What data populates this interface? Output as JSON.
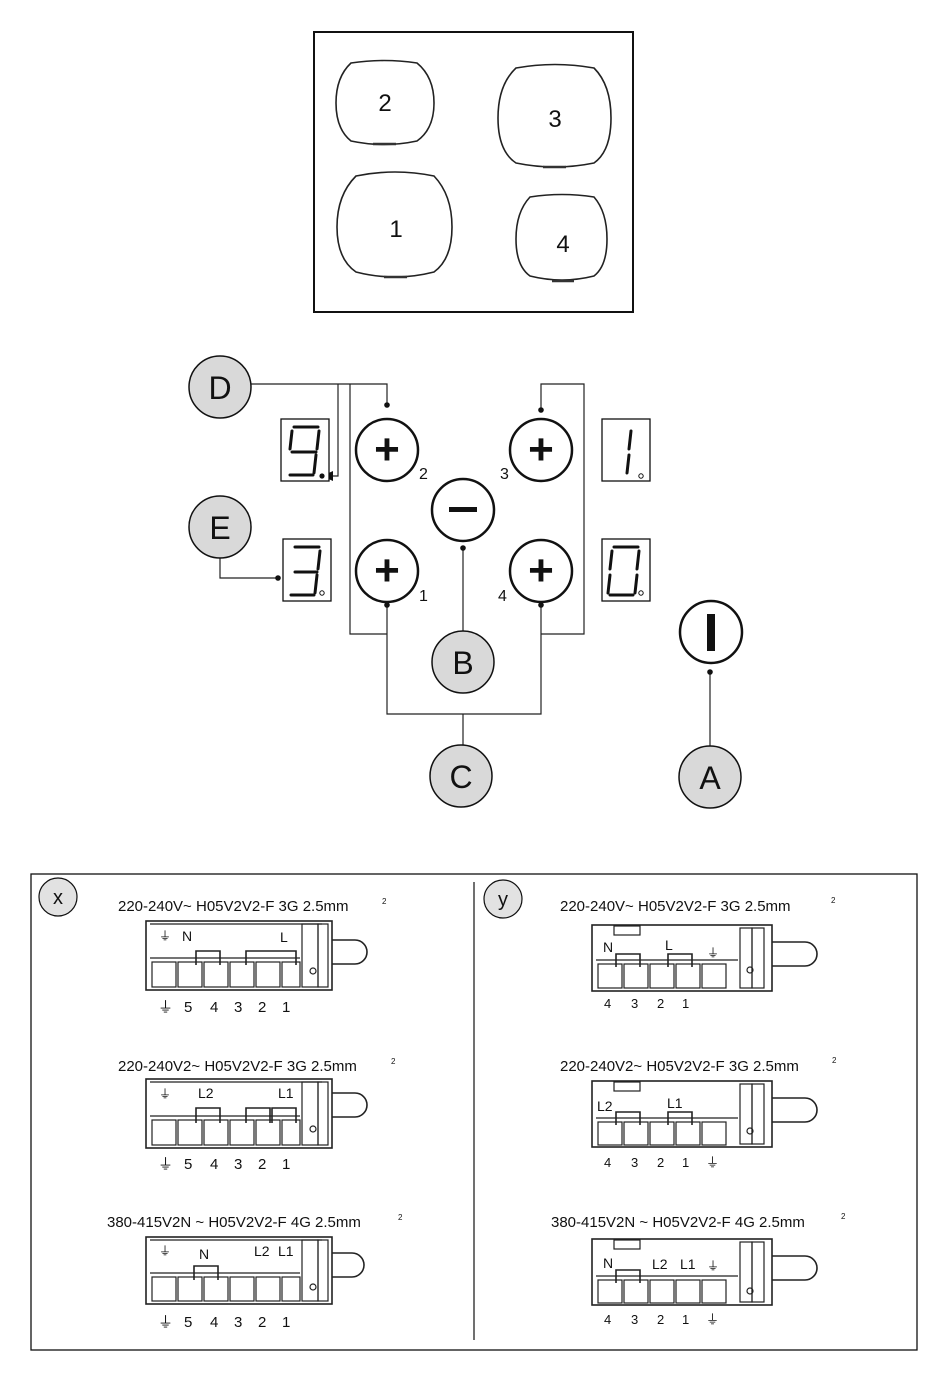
{
  "hob": {
    "zones": [
      "2",
      "3",
      "1",
      "4"
    ]
  },
  "controls": {
    "callouts": {
      "a": "A",
      "b": "B",
      "c": "C",
      "d": "D",
      "e": "E"
    },
    "button_plus_symbol": "+",
    "button_minus_symbol": "−",
    "zone_numbers": [
      "2",
      "3",
      "1",
      "4"
    ],
    "displays": [
      "9.",
      "1",
      "3",
      "0"
    ],
    "power_symbol": "I"
  },
  "wiring": {
    "panel_x": {
      "label": "x",
      "diagrams": [
        {
          "spec": "220-240V~ H05V2V2-F 3G 2.5mm",
          "superscript": "2",
          "top_labels": [
            "⏚",
            "N",
            "L"
          ],
          "terminal_labels": [
            "⏚",
            "5",
            "4",
            "3",
            "2",
            "1"
          ]
        },
        {
          "spec": "220-240V2~ H05V2V2-F 3G 2.5mm",
          "superscript": "2",
          "top_labels": [
            "⏚",
            "L2",
            "L1"
          ],
          "terminal_labels": [
            "⏚",
            "5",
            "4",
            "3",
            "2",
            "1"
          ]
        },
        {
          "spec": "380-415V2N ~ H05V2V2-F 4G 2.5mm",
          "superscript": "2",
          "top_labels": [
            "⏚",
            "N",
            "L2",
            "L1"
          ],
          "terminal_labels": [
            "⏚",
            "5",
            "4",
            "3",
            "2",
            "1"
          ]
        }
      ]
    },
    "panel_y": {
      "label": "y",
      "diagrams": [
        {
          "spec": "220-240V~ H05V2V2-F 3G 2.5mm",
          "superscript": "2",
          "top_labels": [
            "N",
            "L",
            "⏚"
          ],
          "terminal_labels": [
            "4",
            "3",
            "2",
            "1"
          ]
        },
        {
          "spec": "220-240V2~ H05V2V2-F 3G 2.5mm",
          "superscript": "2",
          "top_labels": [
            "L2",
            "L1"
          ],
          "terminal_labels": [
            "4",
            "3",
            "2",
            "1",
            "⏚"
          ]
        },
        {
          "spec": "380-415V2N ~ H05V2V2-F 4G 2.5mm",
          "superscript": "2",
          "top_labels": [
            "N",
            "L2",
            "L1",
            "⏚"
          ],
          "terminal_labels": [
            "4",
            "3",
            "2",
            "1",
            "⏚"
          ]
        }
      ]
    }
  }
}
